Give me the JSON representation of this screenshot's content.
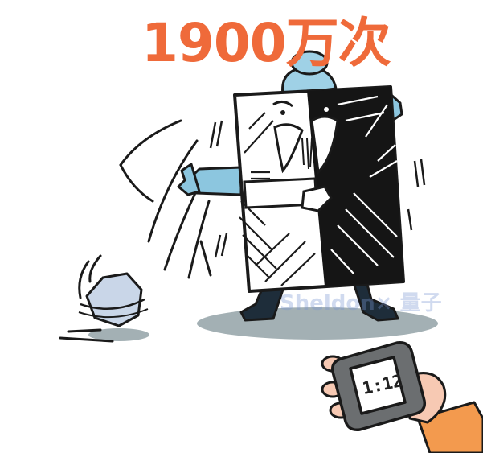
{
  "headline": {
    "text": "1900万次"
  },
  "watermark": {
    "text": "Sheldon× 量子"
  },
  "stopwatch": {
    "display": "1:12"
  },
  "colors": {
    "headline": "#ef6a3a",
    "ink": "#1a1a1a",
    "shadow": "#a3b0b4",
    "sleeve_blue": "#8cc6df",
    "cap_blue": "#9fd1e6",
    "stone": "#c9d6e8",
    "orange_sleeve": "#f39a4e",
    "skin": "#f7c9b3"
  },
  "icons": {
    "card": "yin-yang-card-figure-icon",
    "stone": "kicked-stone-icon",
    "stopwatch": "stopwatch-icon"
  }
}
